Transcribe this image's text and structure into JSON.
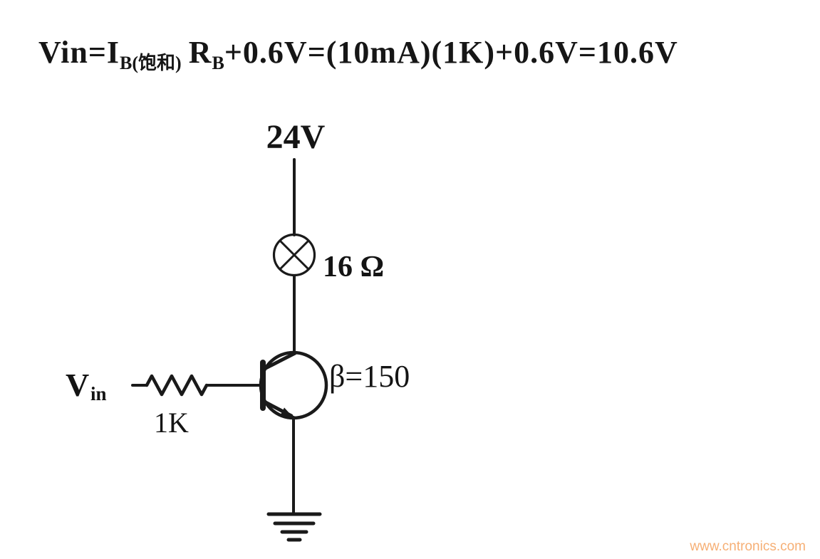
{
  "formula": {
    "seg_vin_eq": "Vin=",
    "seg_i": "I",
    "seg_i_sub": "B(饱和)",
    "seg_r": "R",
    "seg_r_sub": "B",
    "seg_tail": "+0.6V=(10mA)(1K)+0.6V=10.6V"
  },
  "circuit": {
    "supply_label": "24V",
    "lamp_label": "16 Ω",
    "beta_label": "β=150",
    "input_label": "V",
    "input_label_sub": "in",
    "base_resistor_label": "1K"
  },
  "colors": {
    "line": "#1a1a1a",
    "watermark": "#f5a25e"
  },
  "watermark": {
    "text": "www.cntronics.com"
  }
}
